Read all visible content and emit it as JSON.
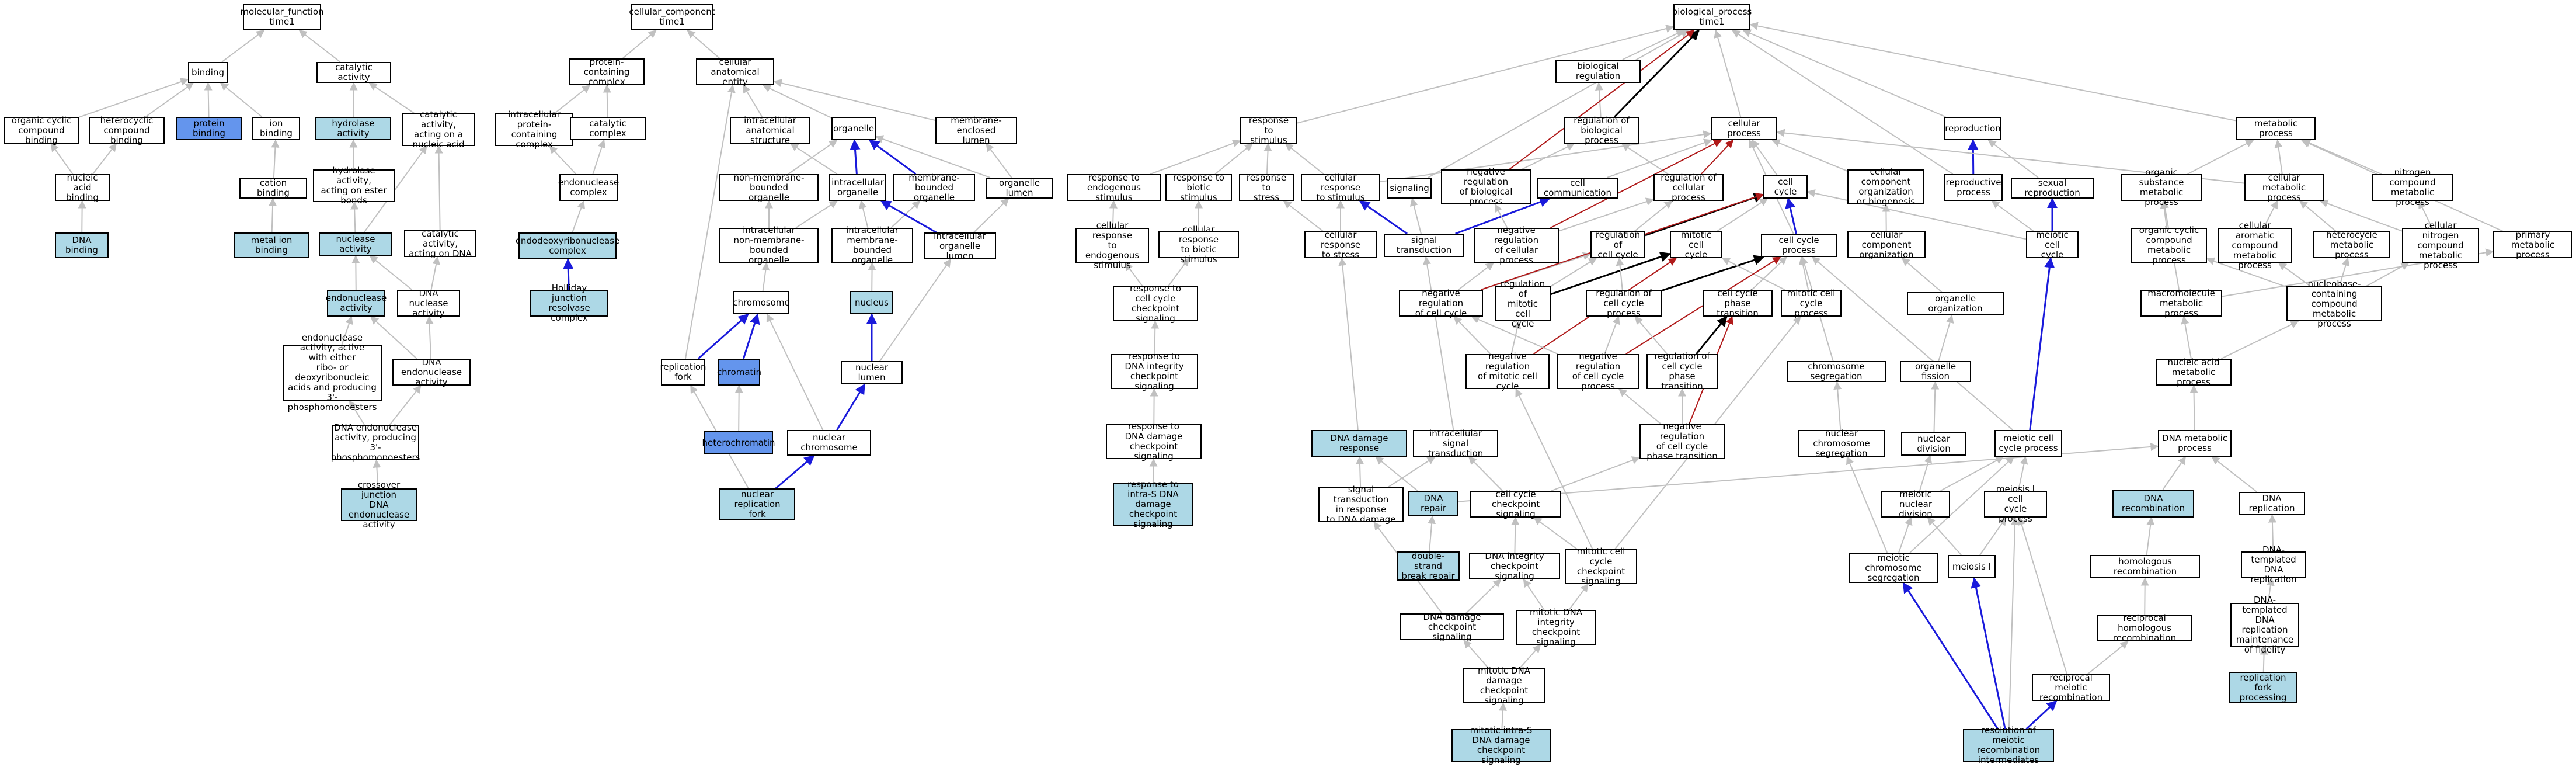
{
  "colors": {
    "edge": "#c0c0c0",
    "blue_edge": "#1a1adb",
    "red_edge": "#b01a1a",
    "black_edge": "#000000",
    "highlight_light": "#add8e6",
    "highlight_dark": "#6495ed"
  },
  "nodes": {
    "molecular_function": "molecular_function\ntime1",
    "binding": "binding",
    "catalytic_activity": "catalytic activity",
    "organic_cyclic_compound_binding": "organic cyclic\ncompound binding",
    "heterocyclic_compound_binding": "heterocyclic\ncompound binding",
    "protein_binding": "protein binding",
    "ion_binding": "ion binding",
    "hydrolase_activity": "hydrolase activity",
    "catalytic_activity_nucleic_acid": "catalytic activity,\nacting on a\nnucleic acid",
    "nucleic_acid_binding": "nucleic acid\nbinding",
    "cation_binding": "cation binding",
    "hydrolase_ester": "hydrolase activity,\nacting on ester\nbonds",
    "dna_binding": "DNA binding",
    "metal_ion_binding": "metal ion binding",
    "nuclease_activity": "nuclease activity",
    "catalytic_activity_dna": "catalytic activity,\nacting on DNA",
    "endonuclease_activity": "endonuclease\nactivity",
    "dna_nuclease_activity": "DNA nuclease\nactivity",
    "endonuclease_ribo_deoxy": "endonuclease\nactivity, active\nwith either\nribo- or deoxyribonucleic\nacids and producing\n3'-phosphomonoesters",
    "dna_endonuclease_activity": "DNA endonuclease\nactivity",
    "dna_endonuclease_3p": "DNA endonuclease\nactivity, producing\n3'-phosphomonoesters",
    "crossover_junction": "crossover junction\nDNA endonuclease\nactivity",
    "cellular_component": "cellular_component\ntime1",
    "protein_containing_complex": "protein-containing\ncomplex",
    "cellular_anatomical_entity": "cellular anatomical\nentity",
    "intracellular_protein_complex": "intracellular\nprotein-containing\ncomplex",
    "catalytic_complex": "catalytic complex",
    "endonuclease_complex": "endonuclease\ncomplex",
    "endodeoxyribonuclease_complex": "endodeoxyribonuclease\ncomplex",
    "holliday_junction": "Holliday junction\nresolvase complex",
    "intracellular_anatomical_structure": "intracellular\nanatomical structure",
    "organelle": "organelle",
    "membrane_enclosed_lumen": "membrane-enclosed\nlumen",
    "non_membrane_bounded_organelle": "non-membrane-bounded\norganelle",
    "intracellular_organelle": "intracellular\norganelle",
    "membrane_bounded_organelle": "membrane-bounded\norganelle",
    "organelle_lumen": "organelle lumen",
    "intracellular_non_membrane": "intracellular\nnon-membrane-bounded\norganelle",
    "intracellular_membrane_bounded": "intracellular\nmembrane-bounded\norganelle",
    "intracellular_organelle_lumen": "intracellular\norganelle lumen",
    "chromosome": "chromosome",
    "nucleus": "nucleus",
    "replication_fork": "replication\nfork",
    "chromatin": "chromatin",
    "nuclear_lumen": "nuclear lumen",
    "heterochromatin": "heterochromatin",
    "nuclear_chromosome": "nuclear chromosome",
    "nuclear_replication_fork": "nuclear replication\nfork",
    "biological_process": "biological_process\ntime1",
    "biological_regulation": "biological regulation",
    "response_to_stimulus": "response to\nstimulus",
    "regulation_of_biological_process": "regulation of\nbiological process",
    "cellular_process": "cellular process",
    "reproduction": "reproduction",
    "metabolic_process": "metabolic process",
    "response_to_endogenous_stimulus": "response to\nendogenous stimulus",
    "response_to_biotic_stimulus": "response to\nbiotic stimulus",
    "response_to_stress": "response to\nstress",
    "cellular_response_to_stimulus": "cellular response\nto stimulus",
    "signaling": "signaling",
    "negative_regulation_of_biological_process": "negative regulation\nof biological\nprocess",
    "cell_communication": "cell communication",
    "regulation_of_cellular_process": "regulation of\ncellular process",
    "cell_cycle": "cell cycle",
    "cellular_component_organization_or_biogenesis": "cellular component\norganization\nor biogenesis",
    "reproductive_process": "reproductive\nprocess",
    "sexual_reproduction": "sexual reproduction",
    "organic_substance_metabolic_process": "organic substance\nmetabolic process",
    "cellular_metabolic_process": "cellular metabolic\nprocess",
    "nitrogen_compound_metabolic_process": "nitrogen compound\nmetabolic process",
    "cellular_response_to_endogenous_stimulus": "cellular response\nto endogenous\nstimulus",
    "cellular_response_to_biotic_stimulus": "cellular response\nto biotic stimulus",
    "cellular_response_to_stress": "cellular response\nto stress",
    "signal_transduction": "signal transduction",
    "negative_regulation_of_cellular_process": "negative regulation\nof cellular\nprocess",
    "regulation_of_cell_cycle": "regulation of\ncell cycle",
    "mitotic_cell_cycle": "mitotic cell\ncycle",
    "cell_cycle_process": "cell cycle process",
    "cellular_component_organization": "cellular component\norganization",
    "meiotic_cell_cycle": "meiotic cell\ncycle",
    "organic_cyclic_compound_metabolic_process": "organic cyclic\ncompound metabolic\nprocess",
    "cellular_aromatic_compound_metabolic_process": "cellular aromatic\ncompound metabolic\nprocess",
    "heterocycle_metabolic_process": "heterocycle\nmetabolic process",
    "cellular_nitrogen_compound_metabolic_process": "cellular nitrogen\ncompound metabolic\nprocess",
    "primary_metabolic_process": "primary metabolic\nprocess",
    "response_to_cell_cycle_checkpoint_signaling": "response to\ncell cycle checkpoint\nsignaling",
    "negative_regulation_of_cell_cycle": "negative regulation\nof cell cycle",
    "regulation_of_mitotic_cell_cycle": "regulation of\nmitotic cell\ncycle",
    "regulation_of_cell_cycle_process": "regulation of\ncell cycle process",
    "cell_cycle_phase_transition": "cell cycle phase\ntransition",
    "mitotic_cell_cycle_process": "mitotic cell\ncycle process",
    "organelle_organization": "organelle organization",
    "macromolecule_metabolic_process": "macromolecule\nmetabolic process",
    "nucleobase_containing_compound_metabolic_process": "nucleobase-containing\ncompound metabolic\nprocess",
    "response_to_dna_integrity_checkpoint_signaling": "response to\nDNA integrity\ncheckpoint signaling",
    "negative_regulation_of_mitotic_cell_cycle": "negative regulation\nof mitotic cell\ncycle",
    "negative_regulation_of_cell_cycle_process": "negative regulation\nof cell cycle\nprocess",
    "regulation_of_cell_cycle_phase_transition": "regulation of\ncell cycle phase\ntransition",
    "chromosome_segregation": "chromosome segregation",
    "organelle_fission": "organelle fission",
    "nucleic_acid_metabolic_process": "nucleic acid\nmetabolic process",
    "response_to_dna_damage_checkpoint_signaling": "response to\nDNA damage checkpoint\nsignaling",
    "dna_damage_response": "DNA damage response",
    "intracellular_signal_transduction": "intracellular\nsignal transduction",
    "negative_regulation_of_cell_cycle_phase_transition": "negative regulation\nof cell cycle\nphase transition",
    "nuclear_chromosome_segregation": "nuclear chromosome\nsegregation",
    "nuclear_division": "nuclear division",
    "meiotic_cell_cycle_process": "meiotic cell\ncycle process",
    "dna_metabolic_process": "DNA metabolic\nprocess",
    "response_to_intra_s_dna_damage_checkpoint_signaling": "response to\nintra-S DNA\ndamage checkpoint\nsignaling",
    "signal_transduction_dna_damage": "signal transduction\nin response\nto DNA damage",
    "dna_repair": "DNA repair",
    "cell_cycle_checkpoint_signaling": "cell cycle checkpoint\nsignaling",
    "meiotic_nuclear_division": "meiotic nuclear\ndivision",
    "meiosis_i_cell_cycle_process": "meiosis I cell\ncycle process",
    "dna_recombination": "DNA recombination",
    "dna_replication": "DNA replication",
    "double_strand_break_repair": "double-strand\nbreak repair",
    "dna_integrity_checkpoint_signaling": "DNA integrity\ncheckpoint signaling",
    "mitotic_cell_cycle_checkpoint_signaling": "mitotic cell\ncycle checkpoint\nsignaling",
    "meiotic_chromosome_segregation": "meiotic chromosome\nsegregation",
    "meiosis_i": "meiosis I",
    "homologous_recombination": "homologous recombination",
    "dna_templated_dna_replication": "DNA-templated\nDNA replication",
    "dna_damage_checkpoint_signaling": "DNA damage checkpoint\nsignaling",
    "mitotic_dna_integrity_checkpoint_signaling": "mitotic DNA\nintegrity checkpoint\nsignaling",
    "reciprocal_homologous_recombination": "reciprocal homologous\nrecombination",
    "dna_templated_dna_replication_maintenance": "DNA-templated\nDNA replication\nmaintenance\nof fidelity",
    "mitotic_dna_damage_checkpoint_signaling": "mitotic DNA\ndamage checkpoint\nsignaling",
    "reciprocal_meiotic_recombination": "reciprocal meiotic\nrecombination",
    "replication_fork_processing": "replication\nfork processing",
    "mitotic_intra_s_dna_damage_checkpoint_signaling": "mitotic intra-S\nDNA damage checkpoint\nsignaling",
    "resolution_of_meiotic_recombination_intermediates": "resolution of\nmeiotic recombination\nintermediates"
  }
}
